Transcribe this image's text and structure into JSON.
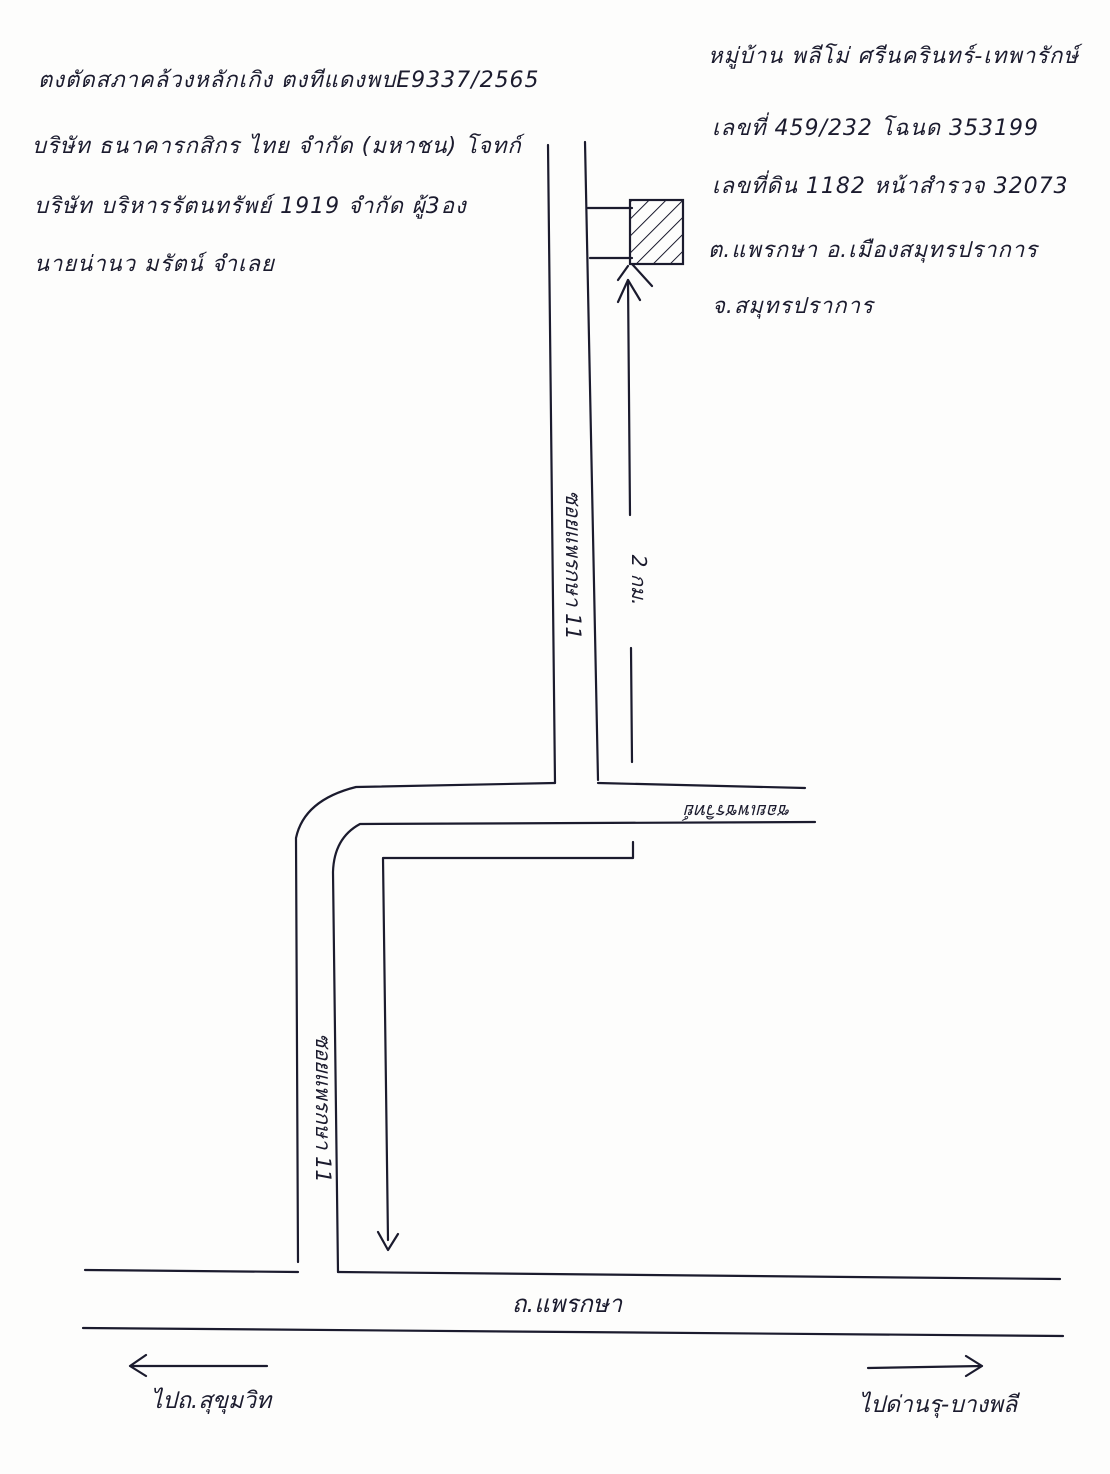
{
  "notes_left": [
    "ตงตัดสภาคล้วงหลักเกิง ตงทีแดงพบE9337/2565",
    "บริษัท ธนาคารกสิกร ไทย จำกัด (มหาชน) โจทก์",
    "บริษัท บริหารรัตนทรัพย์ 1919 จำกัด ผู้3อง",
    "นายน่านว มรัตน์ จำเลย"
  ],
  "notes_right": [
    "หมู่บ้าน พลีโม่ ศรีนครินทร์-เทพารักษ์",
    "เลขที่ 459/232 โฉนด 353199",
    "เลขที่ดิน 1182 หน้าสำรวจ 32073",
    "ต.แพรกษา อ.เมืองสมุทรปราการ",
    "จ.สมุทรปราการ"
  ],
  "roads": {
    "soi_upper": "ซอยแพรกษา 11",
    "soi_lower": "ซอยแพรกษา 11",
    "cross_soi": "ซอยเพชรวิทย์",
    "main_road": "ถ.แพรกษา"
  },
  "distance_label": "2 กม.",
  "directions": {
    "left": "ไปถ.สุขุมวิท",
    "right": "ไปด่านรุ-บางพลี"
  },
  "colors": {
    "ink": "#1b1b2e",
    "paper": "#fdfdfc"
  }
}
